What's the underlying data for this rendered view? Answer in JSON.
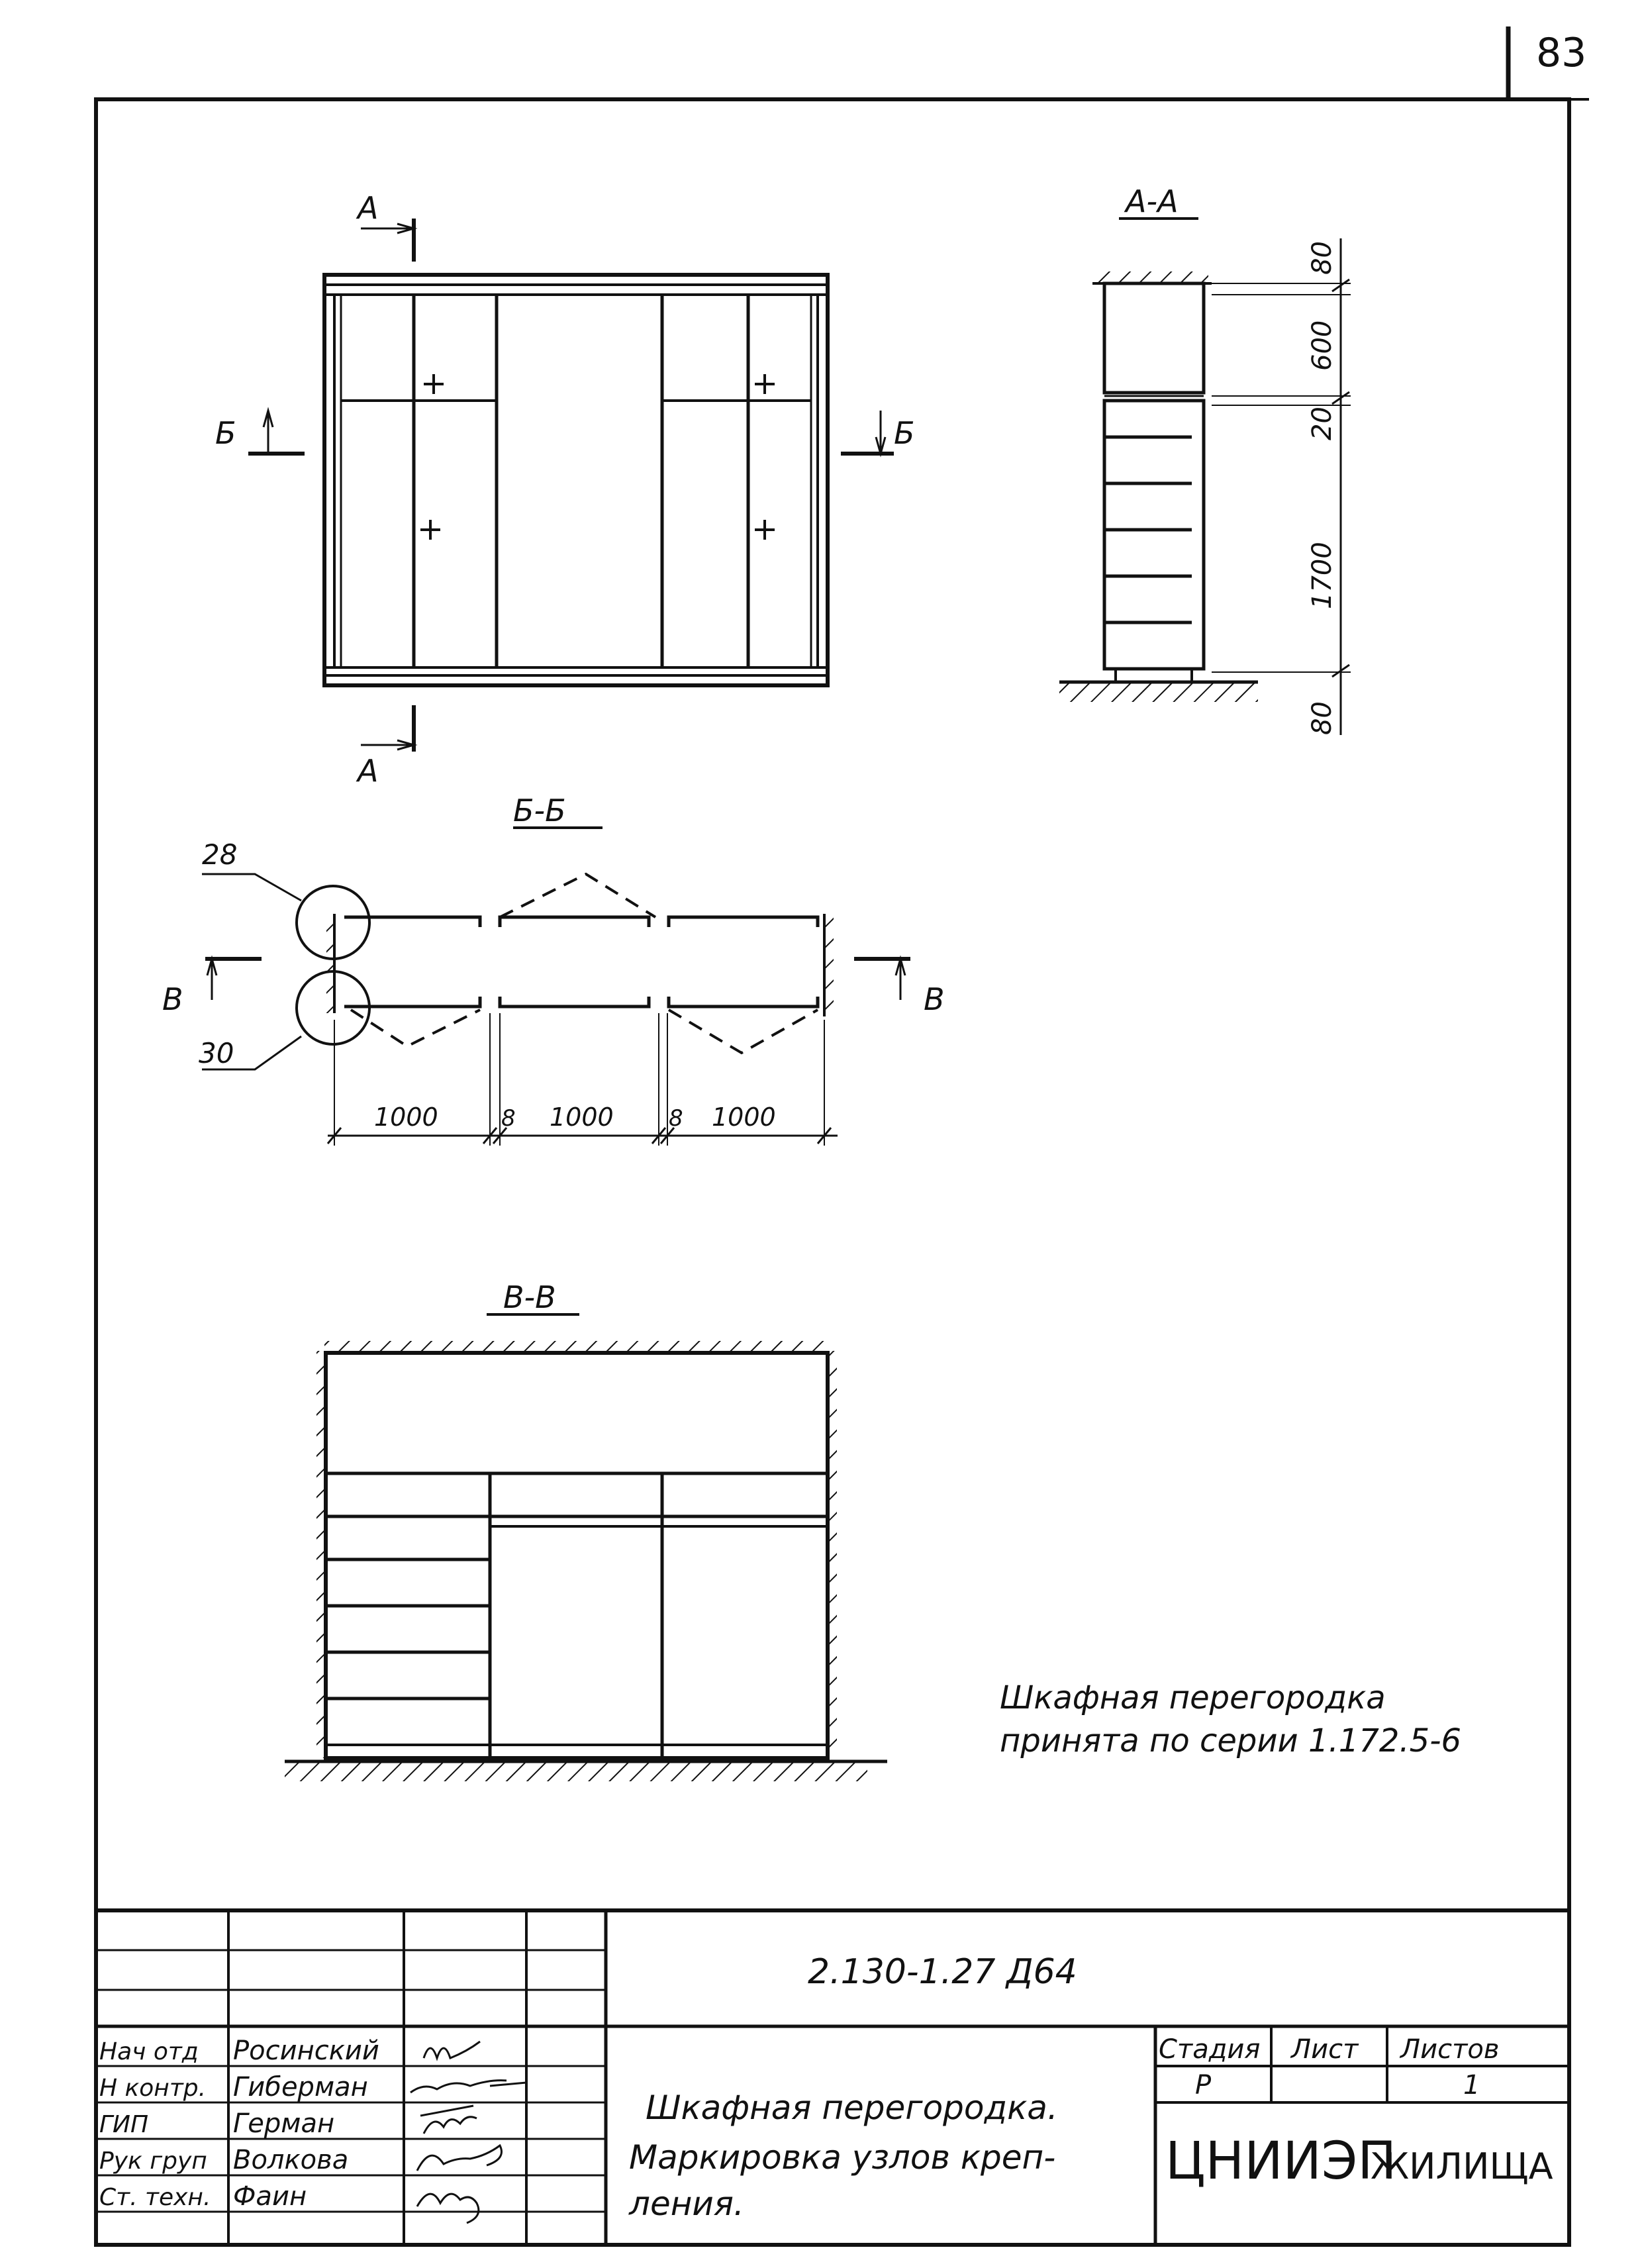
{
  "page_number": "83",
  "views": {
    "front": {
      "cut_a_top": "А",
      "cut_a_bottom": "А",
      "cut_b_left": "Б",
      "cut_b_right": "Б"
    },
    "section_aa": {
      "title": "А-А",
      "dims": [
        "80",
        "600",
        "20",
        "1700",
        "80"
      ]
    },
    "section_bb": {
      "title": "Б-Б",
      "callout_top": "28",
      "callout_bottom": "30",
      "cut_v_left": "В",
      "cut_v_right": "В",
      "dims": [
        "1000",
        "8",
        "1000",
        "8",
        "1000"
      ]
    },
    "section_vv": {
      "title": "В-В"
    }
  },
  "note": {
    "line1": "Шкафная перегородка",
    "line2": "принята по серии 1.172.5-6"
  },
  "title_block": {
    "doc_code": "2.130-1.27 Д64",
    "roles": [
      "Нач отд",
      "Н контр.",
      "ГИП",
      "Рук груп",
      "Ст. техн."
    ],
    "names": [
      "Росинский",
      "Гиберман",
      "Герман",
      "Волкова",
      "Фаин"
    ],
    "title_line1": "Шкафная перегородка.",
    "title_line2": "Маркировка узлов креп-",
    "title_line3": "ления.",
    "stage_header": "Стадия",
    "sheet_header": "Лист",
    "sheets_header": "Листов",
    "stage_value": "Р",
    "sheet_value": "",
    "sheets_value": "1",
    "org_name": "ЦНИИЭП",
    "org_suffix": "ЖИЛИЩА"
  }
}
